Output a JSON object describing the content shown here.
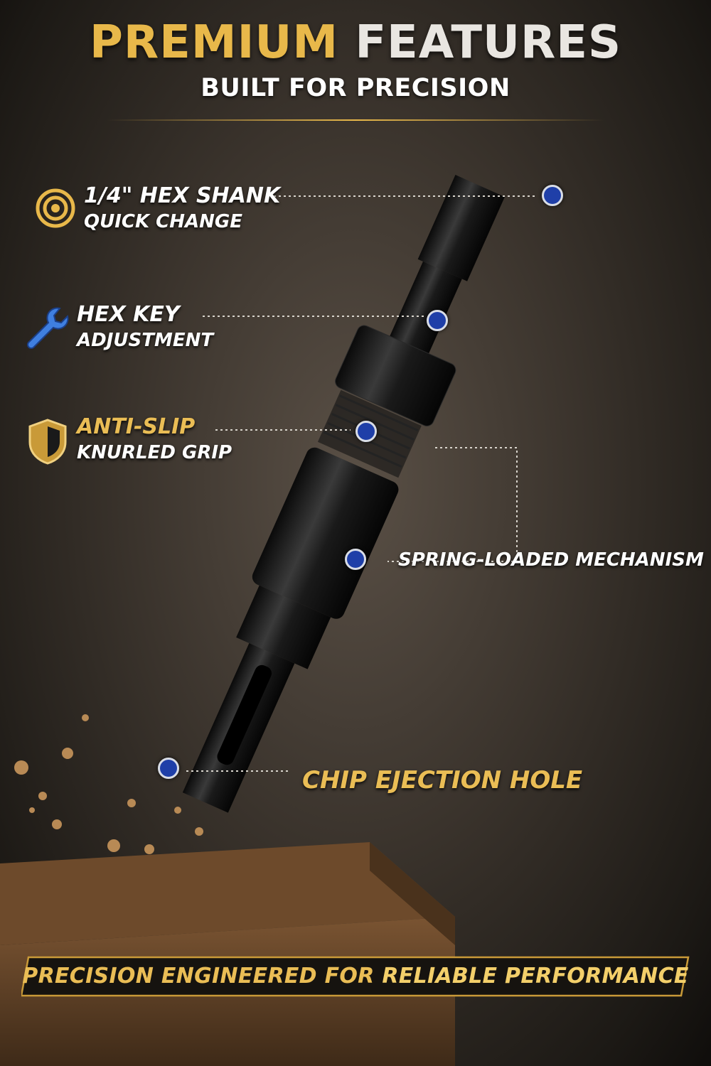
{
  "header": {
    "title_word1": "PREMIUM",
    "title_word2": "FEATURES",
    "subtitle": "BUILT FOR PRECISION"
  },
  "features": [
    {
      "line1": "1/4\" HEX SHANK",
      "line2": "QUICK CHANGE",
      "icon": "target-icon"
    },
    {
      "line1": "HEX KEY",
      "line2": "ADJUSTMENT",
      "icon": "wrench-icon"
    },
    {
      "line1": "ANTI-SLIP",
      "line2": "KNURLED GRIP",
      "icon": "shield-icon"
    }
  ],
  "callouts": {
    "spring": "SPRING-LOADED MECHANISM",
    "chip": "CHIP EJECTION HOLE"
  },
  "banner": {
    "part1": "PRECISION ENGINEERED FOR ",
    "part2": "RELIABLE PERFORMANCE"
  },
  "colors": {
    "gold": "#e8b84a",
    "dot_blue": "#1f3fa8",
    "background": "#3a332c"
  }
}
